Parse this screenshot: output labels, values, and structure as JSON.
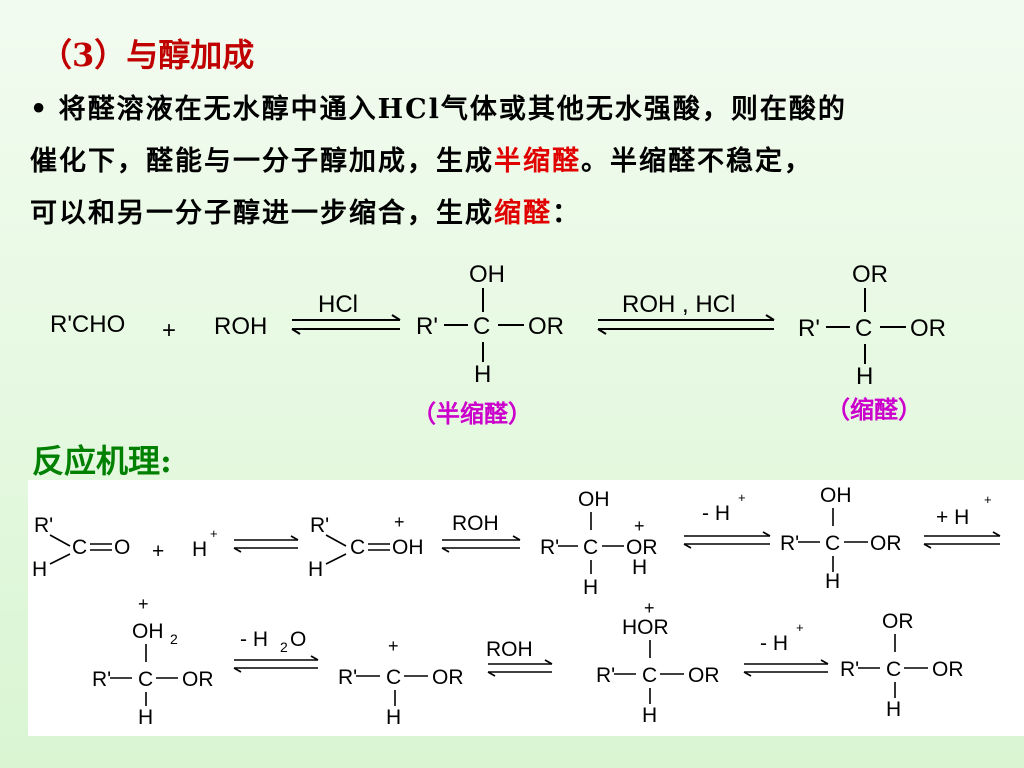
{
  "title": "（3）与醇加成",
  "paragraph": {
    "bullet": "•",
    "line1": "将醛溶液在无水醇中通入HCl气体或其他无水强酸，则在酸的",
    "line2_a": "催化下，醛能与一分子醇加成，生成",
    "line2_red": "半缩醛",
    "line2_b": "。半缩醛不稳定，",
    "line3_a": "可以和另一分子醇进一步缩合，生成",
    "line3_red": "缩醛",
    "line3_b": "："
  },
  "scheme": {
    "reactant1": "R'CHO",
    "plus": "+",
    "reactant2": "ROH",
    "cond1": "HCl",
    "cond2": "ROH , HCl",
    "hemiacetal_label": "（半缩醛）",
    "acetal_label": "（缩醛）"
  },
  "mechanism": {
    "title": "反应机理:",
    "step_labels": {
      "roh1": "ROH",
      "minus_h1": "- H",
      "plus_h": "+ H",
      "minus_h2o": "- H",
      "roh2": "ROH",
      "minus_h2": "- H"
    }
  },
  "colors": {
    "title": "#c00000",
    "highlight": "#e00000",
    "label": "#cc00cc",
    "mechanism_title": "#008000"
  }
}
